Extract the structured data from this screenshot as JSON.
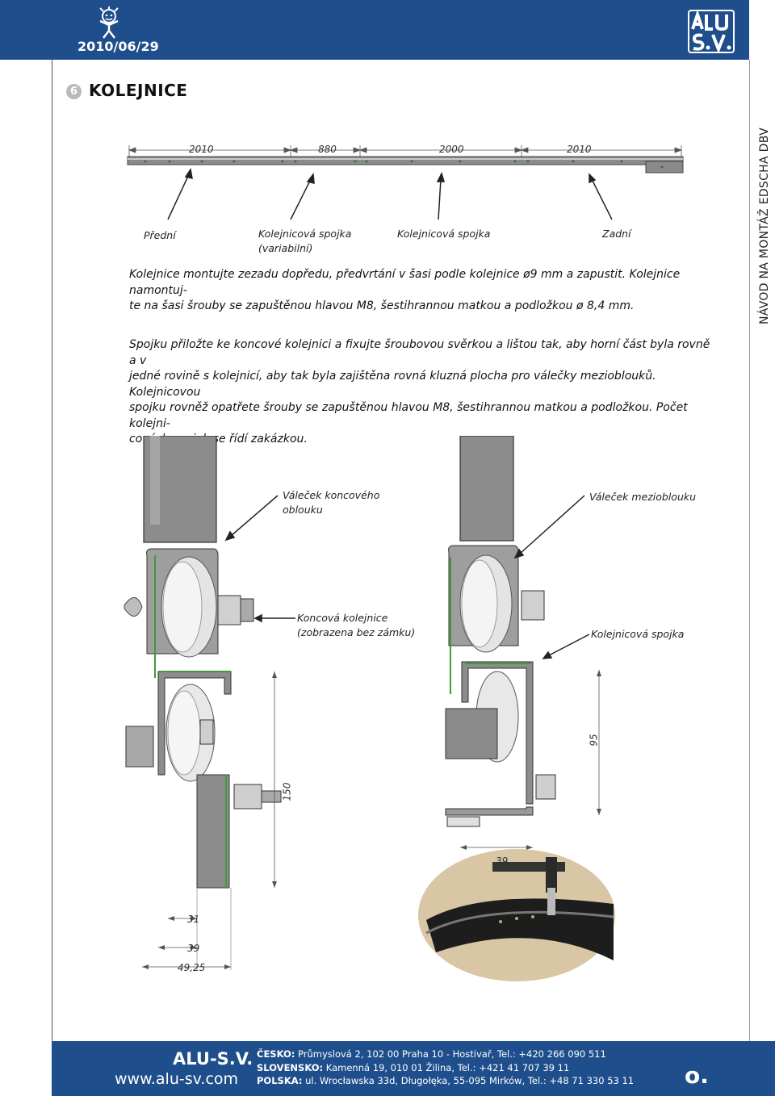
{
  "header": {
    "date": "2010/06/29",
    "brand_logo_text": "ALU S.V.",
    "mascot_icon": "mascot-icon"
  },
  "section": {
    "number": "6",
    "title": "KOLEJNICE"
  },
  "side_title": "NÁVOD NA MONTÁŽ EDSCHA DBV",
  "rail_diagram": {
    "dims": [
      "2010",
      "880",
      "2000",
      "2010"
    ],
    "labels": {
      "front": "Přední",
      "coupler_variable_line1": "Kolejnicová spojka",
      "coupler_variable_line2": "(variabilní)",
      "coupler": "Kolejnicová spojka",
      "rear": "Zadní"
    }
  },
  "paragraph1": {
    "line1": "Kolejnice montujte zezadu dopředu, předvrtání v šasi podle kolejnice ø9 mm a zapustit. Kolejnice namontuj-",
    "line2": "te na šasi šrouby se zapuštěnou hlavou M8, šestihrannou matkou a podložkou ø 8,4 mm."
  },
  "paragraph2": {
    "line1": "Spojku přiložte ke koncové kolejnici a fixujte šroubovou svěrkou a lištou tak, aby horní část byla rovně a v",
    "line2": "jedné rovině s kolejnicí, aby tak byla zajištěna rovná kluzná plocha pro válečky mezioblouků. Kolejnicovou",
    "line3": "spojku rovněž opatřete šrouby se zapuštěnou hlavou M8, šestihrannou matkou a podložkou. Počet kolejni-",
    "line4": "cových spojek se řídí zakázkou."
  },
  "detail": {
    "end_roller_line1": "Váleček koncového",
    "end_roller_line2": "oblouku",
    "mid_roller": "Váleček mezioblouku",
    "end_rail_line1": "Koncová kolejnice",
    "end_rail_line2": "(zobrazena bez zámku)",
    "coupler": "Kolejnicová spojka",
    "dim_150": "150",
    "dim_95": "95",
    "dim_39_right": "39",
    "dim_31": "31",
    "dim_39_left": "39",
    "dim_4925": "49,25"
  },
  "footer": {
    "brand": "ALU-S.V.",
    "web": "www.alu-sv.com",
    "cz_label": "ČESKO:",
    "cz_text": "Průmyslová 2, 102 00 Praha 10 - Hostivař, Tel.: +420 266 090 511",
    "sk_label": "SLOVENSKO:",
    "sk_text": "Kamenná 19, 010 01 Žilina,  Tel.: +421 41 707 39 11",
    "pl_label": "POLSKA:",
    "pl_text": "ul. Wrocławska 33d, Długołęka, 55-095 Mirków, Tel.: +48 71 330 53 11",
    "mark": "o."
  },
  "colors": {
    "brand_blue": "#1e4e8c",
    "green_edge": "#3f9a3a",
    "steel": "#7a7a7a"
  }
}
